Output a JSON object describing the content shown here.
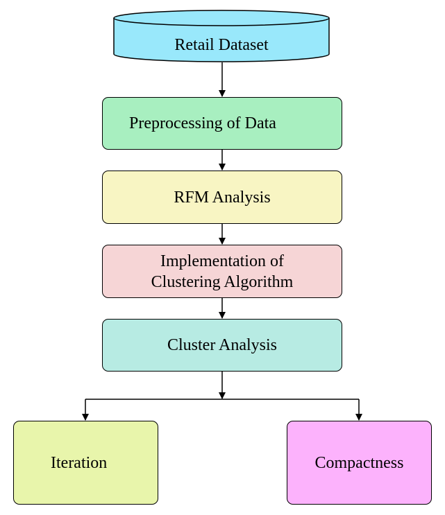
{
  "diagram": {
    "dataset": {
      "label": "Retail Dataset",
      "color": "#99e8fb"
    },
    "steps": [
      {
        "label": "Preprocessing of Data",
        "color": "#a8efc0"
      },
      {
        "label": "RFM Analysis",
        "color": "#f8f5c3"
      },
      {
        "line1": "Implementation of",
        "line2": "Clustering Algorithm",
        "color": "#f6d5d6"
      },
      {
        "label": "Cluster Analysis",
        "color": "#b7ebe3"
      }
    ],
    "outcomes": [
      {
        "label": "Iteration",
        "color": "#e8f5ab"
      },
      {
        "label": "Compactness",
        "color": "#fcb2fc"
      }
    ]
  }
}
